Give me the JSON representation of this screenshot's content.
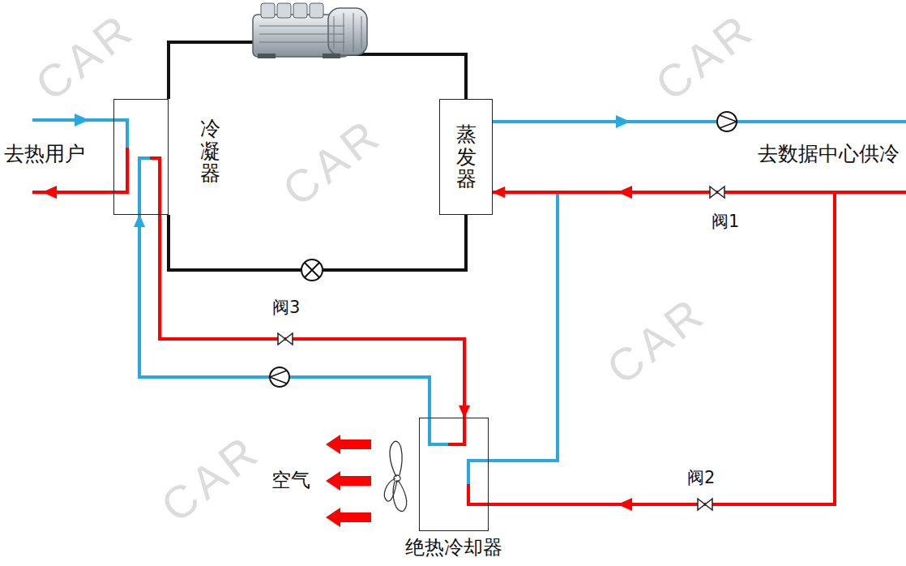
{
  "diagram": {
    "nodes": [
      {
        "text": [
          "冷凝器"
        ]
      },
      {
        "text": [
          "蒸发器"
        ]
      },
      {
        "text": [
          "绝热冷却器"
        ]
      }
    ],
    "edges": [
      {
        "from": 0,
        "to": 1,
        "arrow": "none"
      },
      {
        "from": 0,
        "to": 1,
        "arrow": "none"
      },
      {
        "from": 0,
        "to": 2,
        "arrow": "to"
      },
      {
        "from": 2,
        "to": 0,
        "arrow": "to"
      },
      {
        "from": 2,
        "to": 1,
        "arrow": "to"
      }
    ],
    "labels": [
      "去热用户",
      "去数据中心供冷",
      "阀1",
      "阀3",
      "阀2",
      "空气",
      "CAR",
      "CAR",
      "CAR",
      "CAR",
      "CAR"
    ]
  }
}
